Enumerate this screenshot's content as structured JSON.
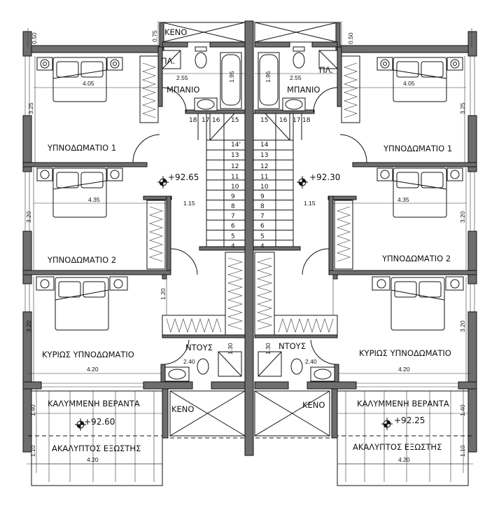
{
  "title": "Floor plan - upper floor (two mirrored units)",
  "left_unit": {
    "rooms": {
      "void_top": "ΚΕΝΟ",
      "linen": "ΠΛ.",
      "bathroom": "ΜΠΑΝΙΟ",
      "bedroom1": "ΥΠΝΟΔΩΜΑΤΙΟ 1",
      "bedroom2": "ΥΠΝΟΔΩΜΑΤΙΟ 2",
      "master": "ΚΥΡΙΩΣ ΥΠΝΟΔΩΜΑΤΙΟ",
      "shower": "ΝΤΟΥΣ",
      "void_bottom": "ΚΕΝΟ",
      "veranda": "ΚΑΛΥΜΜΕΝΗ ΒΕΡΑΝΤΑ",
      "terrace": "ΑΚΑΛΥΠΤΟΣ ΕΞΩΣΤΗΣ"
    },
    "elevations": {
      "landing": "+92.65",
      "veranda": "+92.60"
    },
    "dimensions": {
      "top_offset": "0.50",
      "void_depth": "0.75",
      "bed1_width": "4.05",
      "bath_width": "2.55",
      "bath_depth": "1.95",
      "bed1_depth": "3.25",
      "bed2_depth": "3.20",
      "bed2_width": "4.35",
      "hall_width": "1.15",
      "passage": "1.20",
      "master_depth": "3.20",
      "master_width": "4.20",
      "shower_width": "2.40",
      "shower_depth": "1.30",
      "veranda_depth": "1.40",
      "terrace_depth": "1.10",
      "terrace_width": "4.20"
    },
    "stair_steps": [
      "18",
      "17",
      "16",
      "15",
      "14'",
      "13",
      "12",
      "11",
      "10",
      "9",
      "8",
      "7",
      "6",
      "5",
      "4"
    ]
  },
  "right_unit": {
    "rooms": {
      "linen": "ΠΛ.",
      "bathroom": "ΜΠΑΝΙΟ",
      "bedroom1": "ΥΠΝΟΔΩΜΑΤΙΟ 1",
      "bedroom2": "ΥΠΝΟΔΩΜΑΤΙΟ 2",
      "master": "ΚΥΡΙΩΣ ΥΠΝΟΔΩΜΑΤΙΟ",
      "shower": "ΝΤΟΥΣ",
      "void_bottom": "ΚΕΝΟ",
      "veranda": "ΚΑΛΥΜΜΕΝΗ ΒΕΡΑΝΤΑ",
      "terrace": "ΑΚΑΛΥΠΤΟΣ ΕΞΩΣΤΗΣ"
    },
    "elevations": {
      "landing": "+92.30",
      "veranda": "+92.25"
    },
    "dimensions": {
      "top_offset": "0.50",
      "bed1_width": "4.05",
      "bath_width": "2.55",
      "bath_depth": "1.95",
      "bed1_depth": "3.25",
      "bed2_depth": "3.20",
      "bed2_width": "4.35",
      "hall_width": "1.15",
      "master_depth": "3.20",
      "master_width": "4.20",
      "shower_width": "2.40",
      "shower_depth": "1.30",
      "veranda_depth": "1.40",
      "terrace_depth": "1.10",
      "terrace_width": "4.20"
    },
    "stair_steps": [
      "15",
      "16",
      "17",
      "18",
      "14",
      "13",
      "12",
      "11",
      "10",
      "9",
      "8",
      "7",
      "6",
      "5",
      "4"
    ]
  }
}
